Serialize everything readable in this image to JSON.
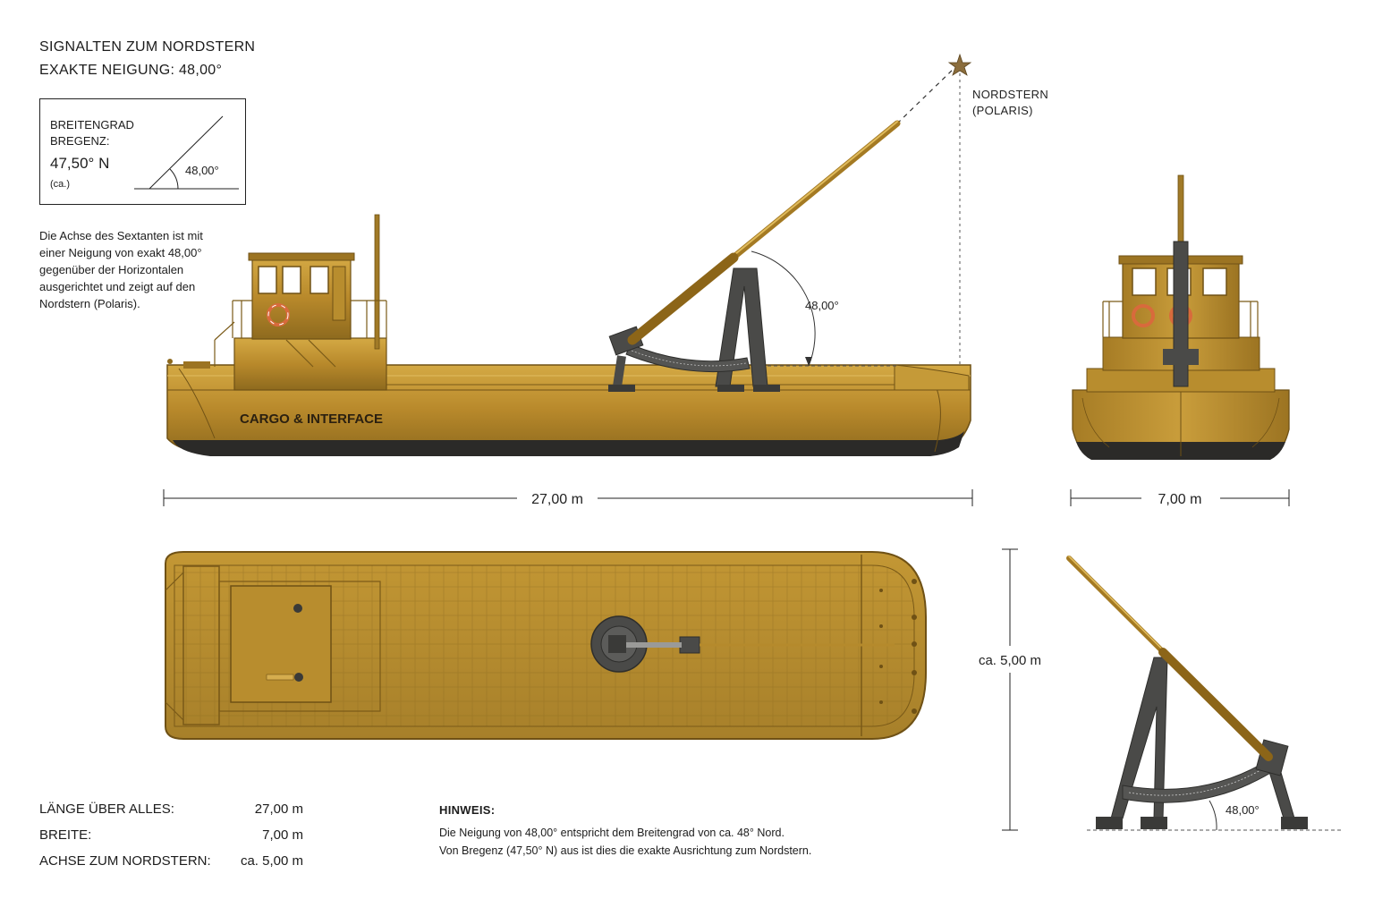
{
  "header": {
    "title": "SIGNALTEN ZUM NORDSTERN",
    "subtitle": "EXAKTE NEIGUNG: 48,00°"
  },
  "latitude_box": {
    "label": "BREITENGRAD BREGENZ:",
    "value": "47,50° N",
    "approx": "(ca.)",
    "angle": "48,00°"
  },
  "description": "Die Achse des Sextanten ist mit einer Neigung von exakt 48,00° gegenüber der Horizontalen ausgerichtet und zeigt auf den Nordstern (Polaris).",
  "side_view": {
    "hull_text": "CARGO & INTERFACE",
    "angle_label": "48,00°",
    "star_label_line1": "NORDSTERN",
    "star_label_line2": "(POLARIS)",
    "length_dim": "27,00 m"
  },
  "front_view": {
    "width_dim": "7,00 m"
  },
  "detail_view": {
    "height_dim": "ca. 5,00 m",
    "angle_label": "48,00°"
  },
  "specs": [
    {
      "label": "LÄNGE ÜBER ALLES:",
      "value": "27,00 m"
    },
    {
      "label": "BREITE:",
      "value": "7,00 m"
    },
    {
      "label": "ACHSE ZUM NORDSTERN:",
      "value": "ca. 5,00 m"
    }
  ],
  "note": {
    "heading": "HINWEIS:",
    "line1": "Die Neigung von 48,00° entspricht dem Breitengrad von ca. 48° Nord.",
    "line2": "Von Bregenz (47,50° N) aus ist dies die exakte Ausrichtung zum Nordstern."
  },
  "colors": {
    "brass": "#b58a2c",
    "brass_dark": "#7a5a18",
    "brass_light": "#d6ad4e",
    "iron": "#4a4a48",
    "hull_bottom": "#2b2a28"
  }
}
